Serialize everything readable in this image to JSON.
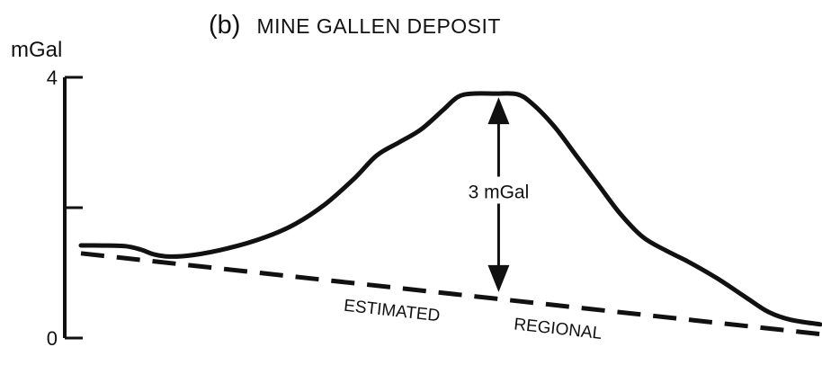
{
  "panel_label": "(b)",
  "chart_data": {
    "type": "line",
    "title": "MINE GALLEN DEPOSIT",
    "ylabel": "mGal",
    "ylim": [
      0,
      4
    ],
    "yticks": [
      0,
      2,
      4
    ],
    "ytick_labels": [
      "0",
      "",
      "4"
    ],
    "xlim": [
      0,
      1
    ],
    "grid": false,
    "series": [
      {
        "style": "solid",
        "points": [
          [
            0.0,
            1.42
          ],
          [
            0.03,
            1.42
          ],
          [
            0.06,
            1.41
          ],
          [
            0.08,
            1.36
          ],
          [
            0.1,
            1.28
          ],
          [
            0.12,
            1.25
          ],
          [
            0.15,
            1.27
          ],
          [
            0.2,
            1.38
          ],
          [
            0.25,
            1.55
          ],
          [
            0.29,
            1.75
          ],
          [
            0.33,
            2.05
          ],
          [
            0.37,
            2.45
          ],
          [
            0.4,
            2.8
          ],
          [
            0.43,
            3.0
          ],
          [
            0.46,
            3.2
          ],
          [
            0.49,
            3.5
          ],
          [
            0.51,
            3.7
          ],
          [
            0.53,
            3.75
          ],
          [
            0.56,
            3.75
          ],
          [
            0.59,
            3.74
          ],
          [
            0.61,
            3.6
          ],
          [
            0.64,
            3.25
          ],
          [
            0.67,
            2.8
          ],
          [
            0.7,
            2.35
          ],
          [
            0.73,
            1.9
          ],
          [
            0.76,
            1.55
          ],
          [
            0.79,
            1.35
          ],
          [
            0.82,
            1.18
          ],
          [
            0.86,
            0.92
          ],
          [
            0.9,
            0.62
          ],
          [
            0.93,
            0.4
          ],
          [
            0.96,
            0.28
          ],
          [
            1.0,
            0.21
          ]
        ]
      },
      {
        "name": "ESTIMATED REGIONAL",
        "style": "dashed",
        "points": [
          [
            0.0,
            1.3
          ],
          [
            1.0,
            0.06
          ]
        ]
      }
    ],
    "annotations": [
      {
        "text": "3 mGal",
        "x": 0.565,
        "y_from": 0.65,
        "y_to": 3.75,
        "type": "double-arrow"
      }
    ],
    "series_labels": [
      "ESTIMATED",
      "REGIONAL"
    ]
  }
}
